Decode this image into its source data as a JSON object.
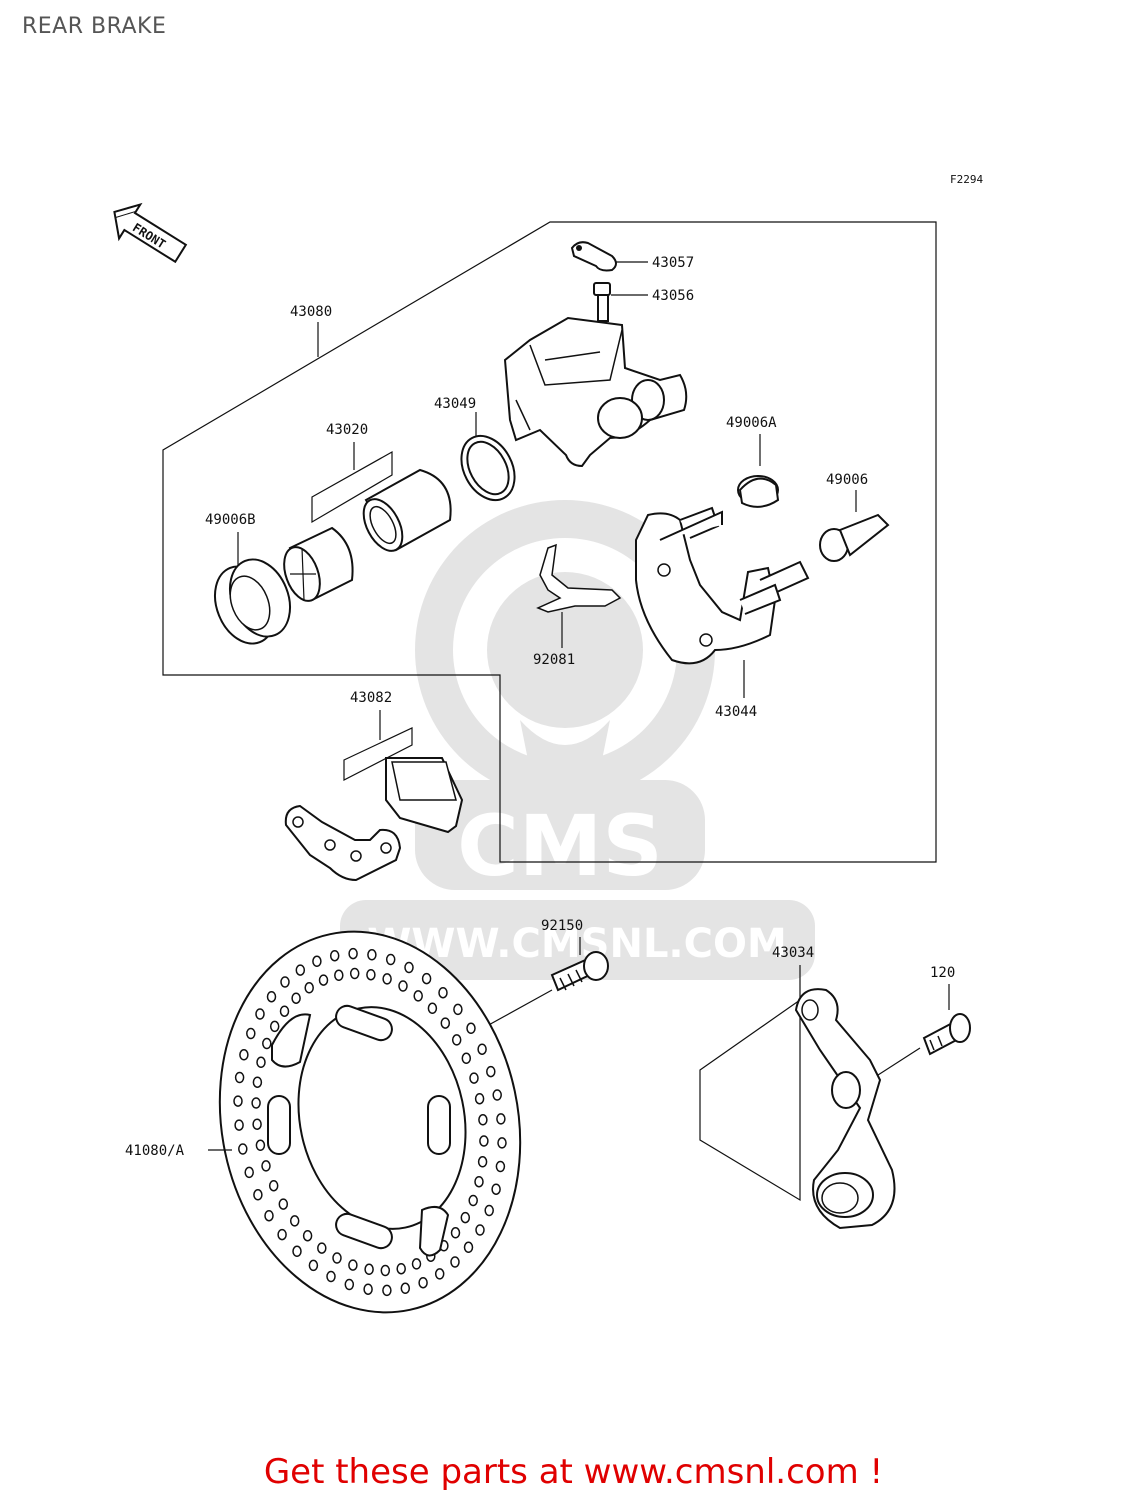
{
  "page": {
    "title": "REAR BRAKE"
  },
  "diagram": {
    "figure_code": "F2294",
    "front_marker": "FRONT",
    "parts": {
      "p43080": "43080",
      "p43057": "43057",
      "p43056": "43056",
      "p43049": "43049",
      "p43020": "43020",
      "p49006A": "49006A",
      "p49006": "49006",
      "p49006B": "49006B",
      "p92081": "92081",
      "p43044": "43044",
      "p43082": "43082",
      "p92150": "92150",
      "p43034": "43034",
      "p120": "120",
      "p41080A": "41080/A"
    }
  },
  "watermark": {
    "brand": "CMS",
    "url": "WWW.CMSNL.COM"
  },
  "footer": {
    "text": "Get these parts at www.cmsnl.com !"
  }
}
